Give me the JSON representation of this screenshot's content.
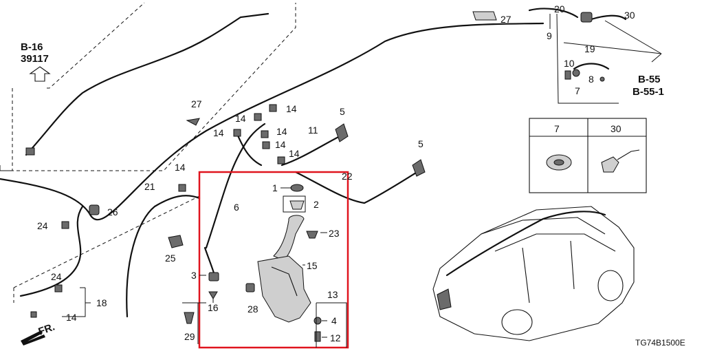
{
  "diagram": {
    "figure_code": "TG74B1500E",
    "ref_b16": {
      "line1": "B-16",
      "line2": "39117"
    },
    "ref_b55": {
      "line1": "B-55",
      "line2": "B-55-1"
    },
    "front_label": "FR.",
    "inset_table": {
      "col1": "7",
      "col2": "30"
    },
    "callouts": {
      "n1": "1",
      "n2": "2",
      "n3": "3",
      "n4": "4",
      "n5a": "5",
      "n5b": "5",
      "n6": "6",
      "n7": "7",
      "n8": "8",
      "n9": "9",
      "n10": "10",
      "n11": "11",
      "n12": "12",
      "n13": "13",
      "n14a": "14",
      "n14b": "14",
      "n14c": "14",
      "n14d": "14",
      "n14e": "14",
      "n14f": "14",
      "n14g": "14",
      "n14h": "14",
      "n15": "15",
      "n16": "16",
      "n18": "18",
      "n19": "19",
      "n20": "20",
      "n21": "21",
      "n22": "22",
      "n23": "23",
      "n24a": "24",
      "n24b": "24",
      "n25": "25",
      "n26": "26",
      "n27a": "27",
      "n27b": "27",
      "n28": "28",
      "n29": "29",
      "n30": "30"
    },
    "highlight_color": "#e0141e"
  }
}
